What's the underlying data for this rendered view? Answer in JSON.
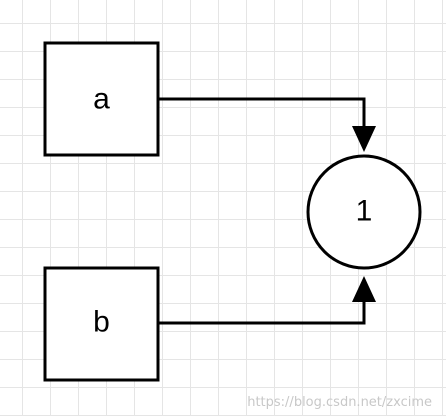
{
  "diagram": {
    "nodes": [
      {
        "id": "a",
        "shape": "rectangle",
        "label": "a"
      },
      {
        "id": "b",
        "shape": "rectangle",
        "label": "b"
      },
      {
        "id": "1",
        "shape": "circle",
        "label": "1"
      }
    ],
    "edges": [
      {
        "from": "a",
        "to": "1"
      },
      {
        "from": "b",
        "to": "1"
      }
    ],
    "colors": {
      "stroke": "#000000",
      "fill": "#ffffff",
      "grid": "#e5e5e5"
    }
  },
  "watermark": "https://blog.csdn.net/zxcime"
}
